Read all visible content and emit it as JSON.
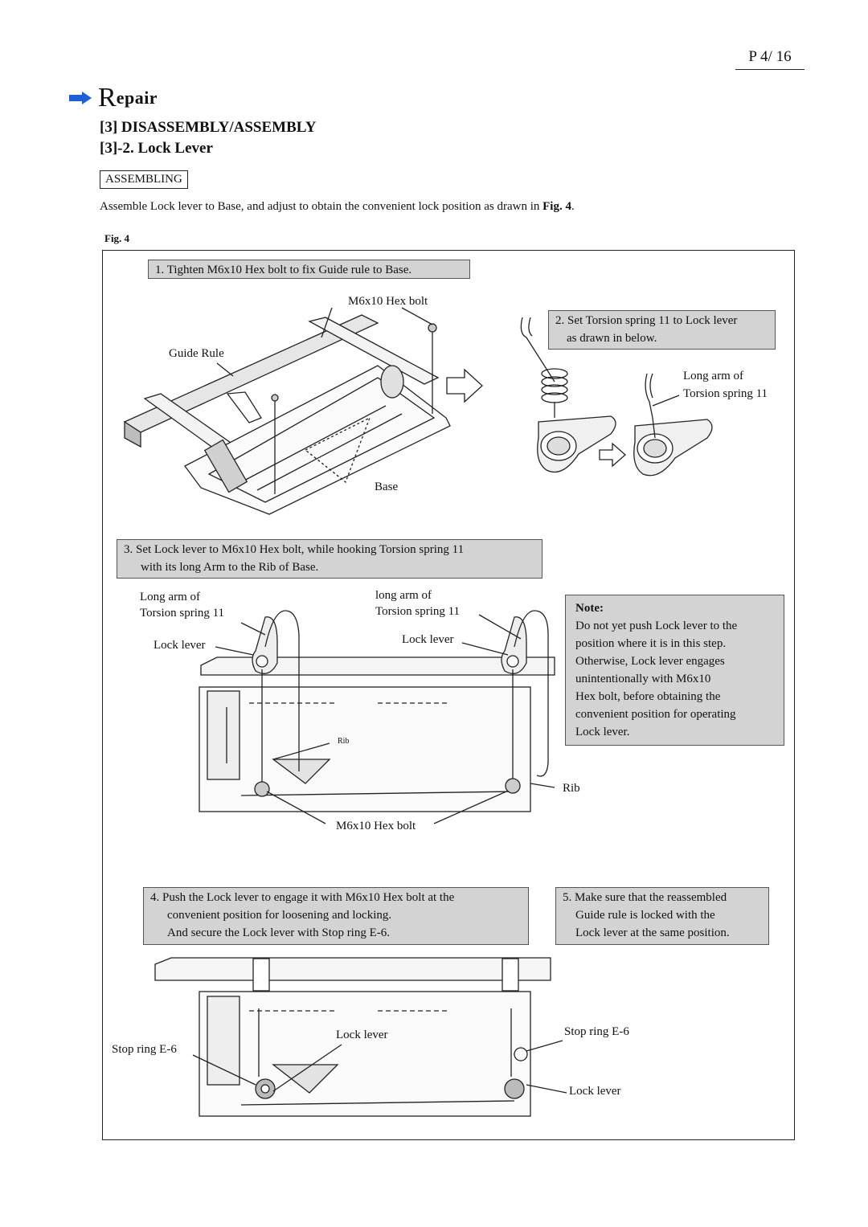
{
  "header": {
    "page_number": "P 4/ 16",
    "section_first_letter": "R",
    "section_rest": "epair",
    "title": "[3] DISASSEMBLY/ASSEMBLY",
    "subtitle": "[3]-2. Lock Lever",
    "badge": "ASSEMBLING",
    "intro_plain": "Assemble Lock lever to Base, and adjust to obtain the convenient lock position as drawn in ",
    "intro_bold": "Fig. 4",
    "intro_end": "."
  },
  "figure": {
    "label": "Fig. 4",
    "steps": {
      "s1": "1. Tighten  M6x10 Hex bolt to fix Guide rule to Base.",
      "s2_l1": "2. Set Torsion spring 11 to Lock lever",
      "s2_l2": "as drawn in below.",
      "s3_l1": "3. Set Lock lever to M6x10 Hex bolt,  while hooking Torsion spring 11",
      "s3_l2": "with its long Arm to the Rib of Base.",
      "s4_l1": "4. Push the Lock lever to engage it with M6x10 Hex bolt at the",
      "s4_l2": "convenient position for loosening and locking.",
      "s4_l3": "And secure the Lock lever with Stop ring E-6.",
      "s5_l1": "5. Make sure that the reassembled",
      "s5_l2": "Guide rule is locked with the",
      "s5_l3": "Lock lever at the same position."
    },
    "labels": {
      "hex_bolt_top": "M6x10 Hex bolt",
      "guide_rule": "Guide Rule",
      "base": "Base",
      "long_arm_r1": "Long arm of",
      "long_arm_r2": "Torsion spring 11",
      "long_arm_left1": "Long arm of",
      "long_arm_left2": "Torsion spring 11",
      "long_arm_mid1": "long arm of",
      "long_arm_mid2": "Torsion spring 11",
      "lock_lever_left": "Lock lever",
      "lock_lever_mid": "Lock lever",
      "rib_small": "Rib",
      "rib_right": "Rib",
      "hex_bolt_bottom": "M6x10 Hex bolt",
      "stop_ring_left": "Stop ring E-6",
      "stop_ring_right": "Stop ring E-6",
      "lock_lever_bottom_mid": "Lock lever",
      "lock_lever_bottom_right": "Lock lever"
    },
    "note": {
      "title": "Note:",
      "l1": "Do not yet push Lock lever to the",
      "l2": "position where it is in this step.",
      "l3": "Otherwise, Lock lever engages",
      "l4": "unintentionally with M6x10",
      "l5": "Hex bolt, before obtaining the",
      "l6": "convenient position for operating",
      "l7": "Lock lever."
    }
  }
}
